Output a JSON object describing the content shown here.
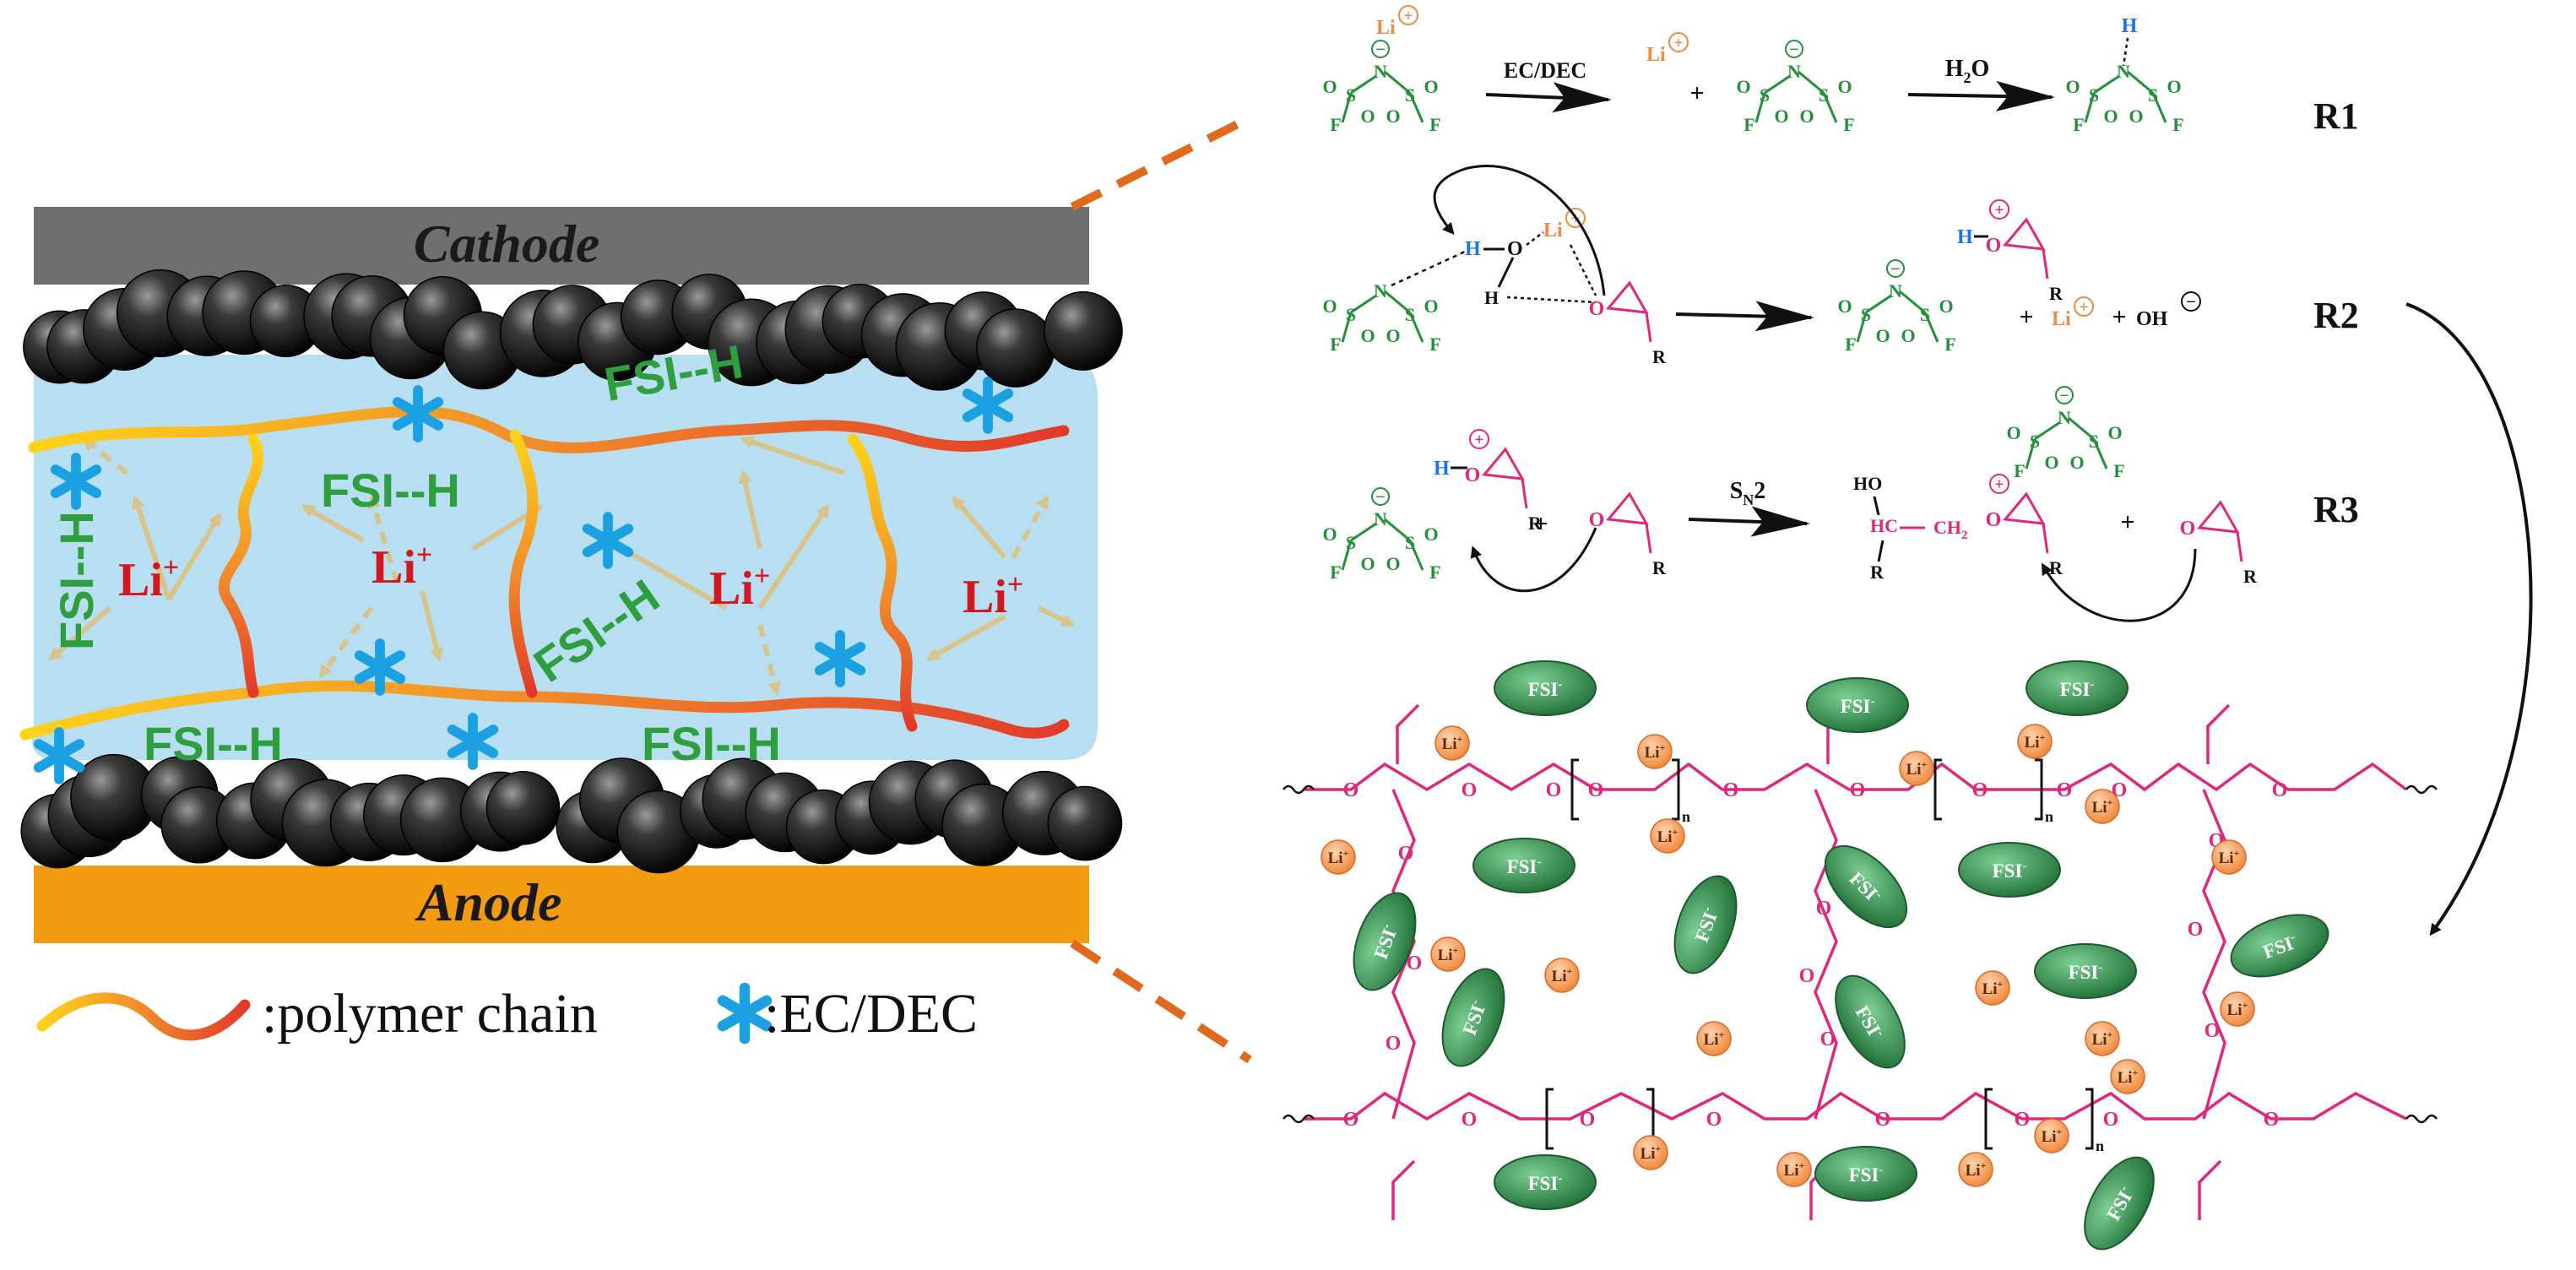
{
  "battery": {
    "cathode_label": "Cathode",
    "anode_label": "Anode",
    "fsi_h_label": "FSI--H",
    "li_label": "Li",
    "li_sup": "+"
  },
  "legend": {
    "polymer_label": ":polymer chain",
    "solvent_label": ":EC/DEC"
  },
  "reactions": {
    "r1": "R1",
    "r2": "R2",
    "r3": "R3",
    "ec_dec": "EC/DEC",
    "h2o": "H",
    "h2o_sub": "2",
    "h2o_tail": "O",
    "sn2": "S",
    "sn2_sub": "N",
    "sn2_tail": "2",
    "li": "Li",
    "plus": "+",
    "oh": "OH",
    "ho": "HO",
    "hc": "HC",
    "ch2": "CH",
    "ch2_sub": "2",
    "r": "R",
    "o": "O",
    "h": "H",
    "n": "N",
    "s": "S",
    "f": "F",
    "charge_plus": "+",
    "charge_minus": "−"
  },
  "network": {
    "fsi_label": "FSI",
    "fsi_sup": "-",
    "li_label": "Li",
    "li_sup": "+",
    "o": "O",
    "n": "n"
  },
  "colors": {
    "cathode": "#6f6f6f",
    "anode": "#f29a10",
    "electrolyte": "#b8def2",
    "fsi_h": "#2e9e3e",
    "li_ion": "#d4161e",
    "solvent": "#1ba1e2",
    "callout": "#e0691e",
    "network_pink": "#e0277d",
    "fsi_ellipse": "#2f8a4a",
    "li_bubble": "#f6a062"
  }
}
